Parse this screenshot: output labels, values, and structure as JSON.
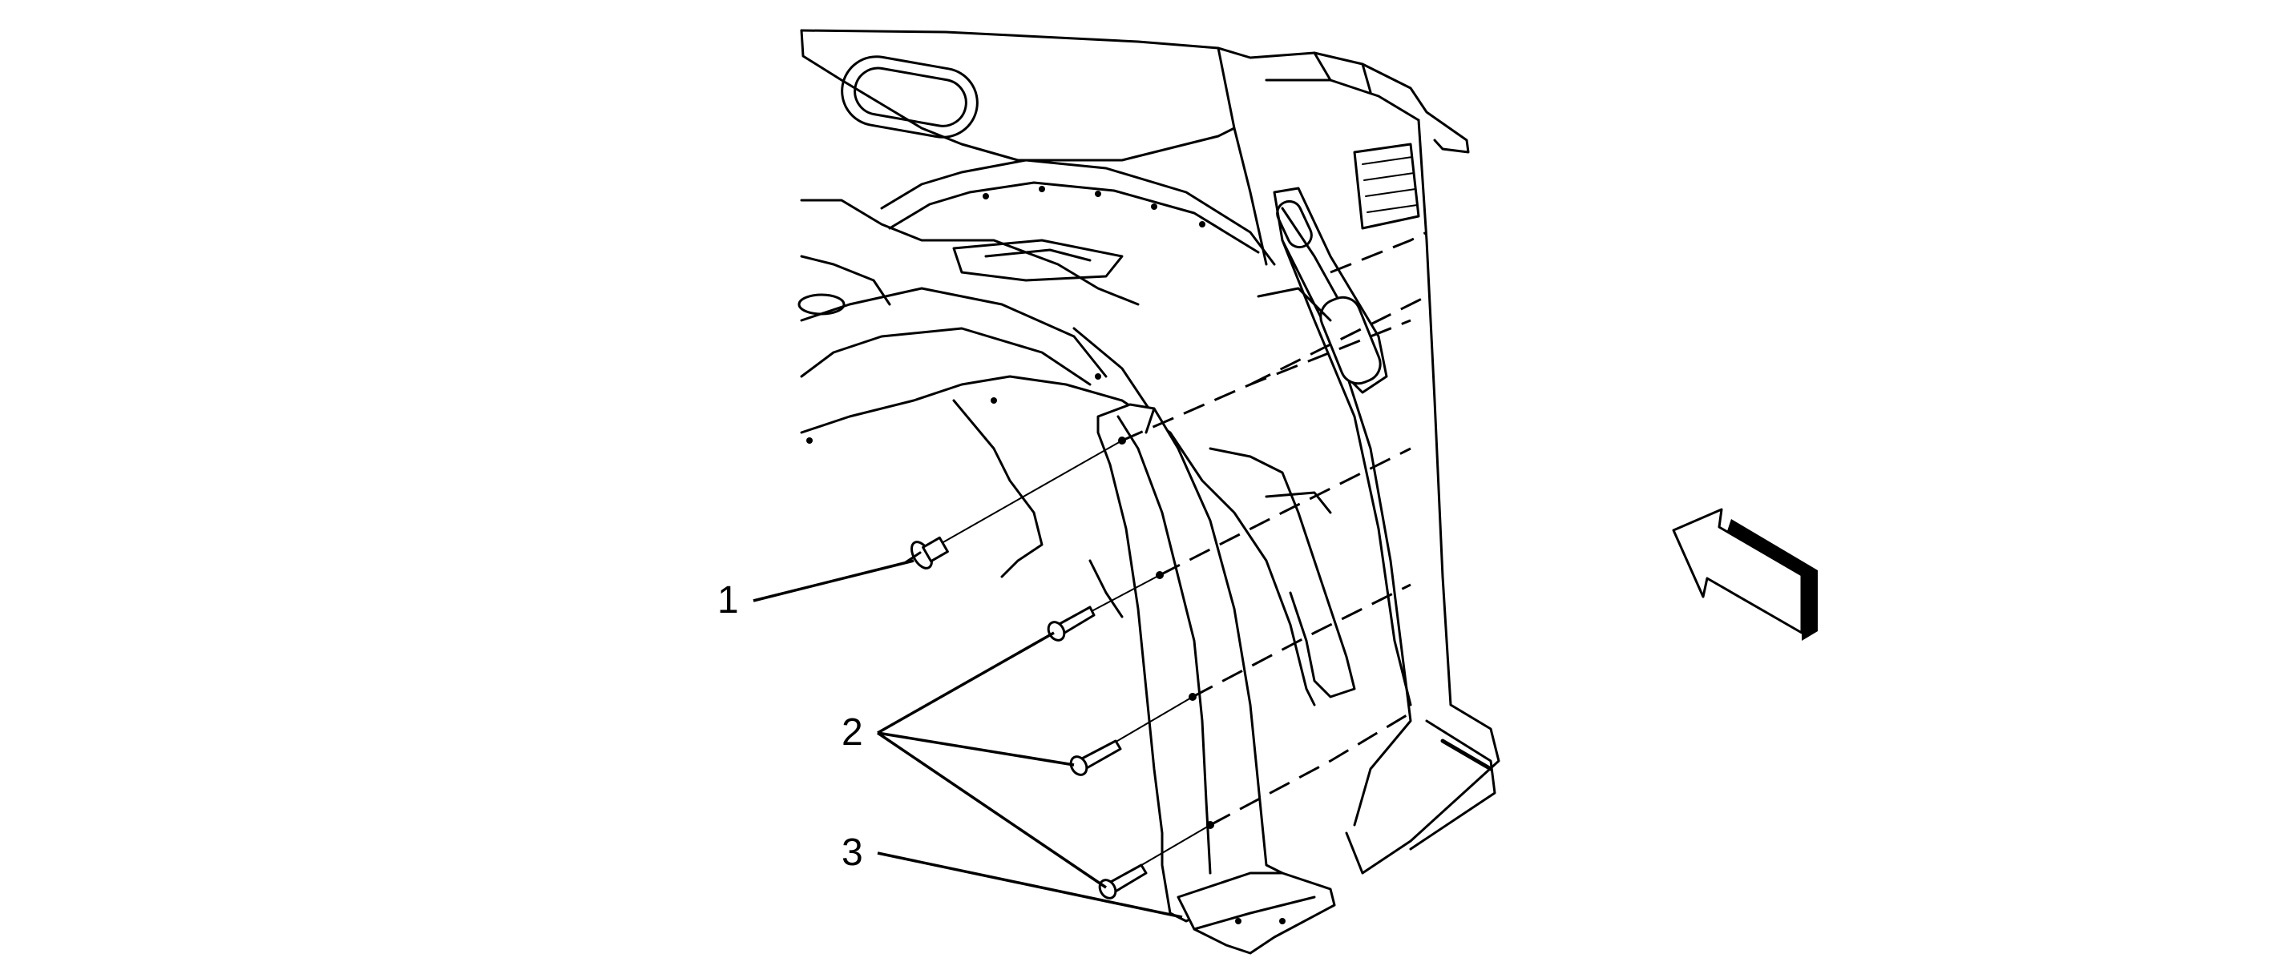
{
  "callouts": [
    {
      "id": "1",
      "text": "1"
    },
    {
      "id": "2",
      "text": "2"
    },
    {
      "id": "3",
      "text": "3"
    }
  ],
  "icons": {
    "view_arrow": "view-direction-arrow-icon"
  },
  "colors": {
    "line": "#000000",
    "background": "#ffffff"
  }
}
